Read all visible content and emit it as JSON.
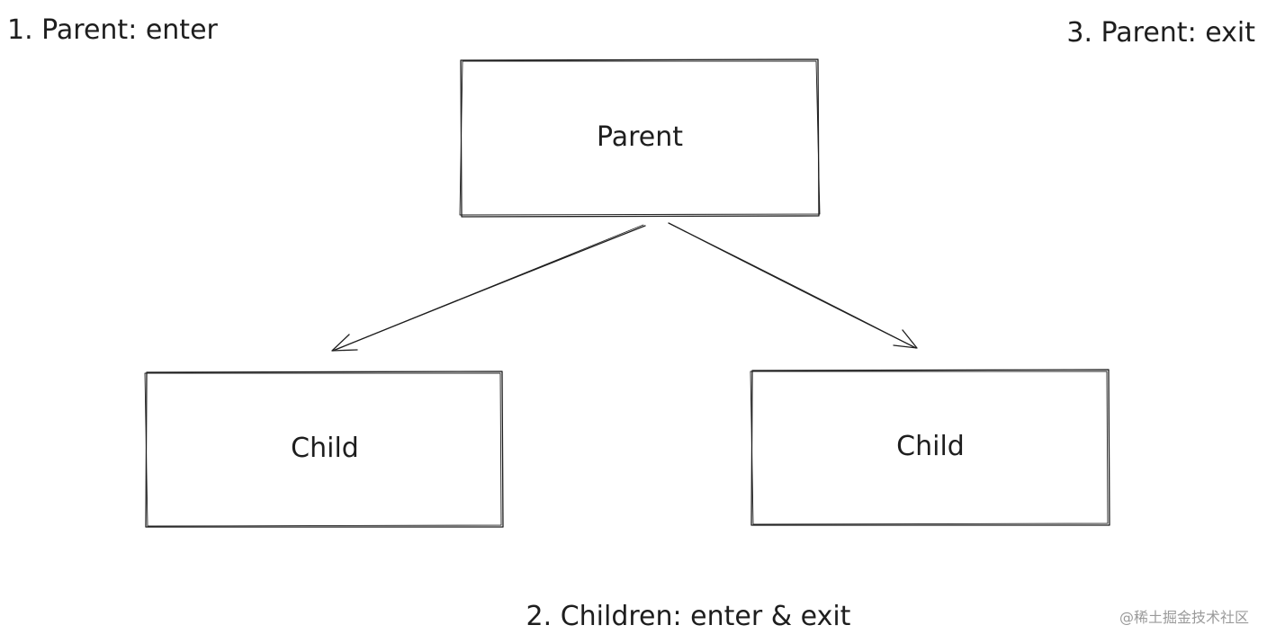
{
  "annotations": {
    "step1": "1. Parent: enter",
    "step2": "2. Children: enter & exit",
    "step3": "3. Parent: exit"
  },
  "nodes": {
    "parent": {
      "label": "Parent"
    },
    "child_left": {
      "label": "Child"
    },
    "child_right": {
      "label": "Child"
    }
  },
  "watermark": "@稀土掘金技术社区",
  "colors": {
    "stroke": "#1e1e1e",
    "background": "#ffffff",
    "watermark": "#9a9a9a"
  }
}
